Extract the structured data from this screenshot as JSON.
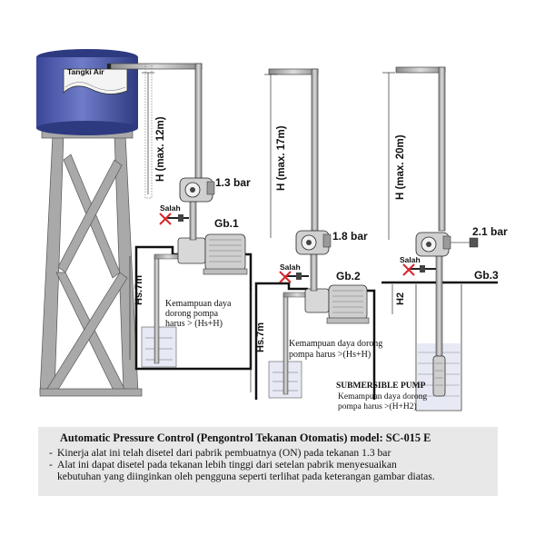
{
  "tank": {
    "label": "Tangki Air"
  },
  "heights": {
    "gb1": "H (max. 12m)",
    "gb2": "H (max. 17m)",
    "gb3": "H (max. 20m)"
  },
  "pressures": {
    "gb1": "1.3 bar",
    "gb2": "1.8 bar",
    "gb3": "2.1 bar"
  },
  "wrong_labels": {
    "gb1": "Salah",
    "gb2": "Salah",
    "gb3": "Salah"
  },
  "figures": {
    "gb1": "Gb.1",
    "gb2": "Gb.2",
    "gb3": "Gb.3"
  },
  "suction": {
    "gb1": "Hs.7m",
    "gb2": "Hs.7m",
    "gb3": "H2"
  },
  "capability": {
    "gb1": [
      "Kemampuan daya",
      "dorong pompa",
      "harus > (Hs+H)"
    ],
    "gb2": [
      "Kemampuan daya dorong",
      "pompa harus >(Hs+H)"
    ],
    "gb3": [
      "SUBMERSIBLE PUMP",
      "Kemampuan daya dorong",
      "pompa harus >(H+H2)"
    ]
  },
  "caption": {
    "title": "Automatic Pressure Control (Pengontrol Tekanan Otomatis) model: SC-015 E",
    "bullet": "-",
    "line1": "Kinerja alat ini telah disetel dari pabrik pembuatnya (ON) pada tekanan 1.3 bar",
    "line2": "Alat ini dapat disetel pada tekanan lebih tinggi dari setelan pabrik menyesuaikan",
    "line3": "kebutuhan yang diinginkan oleh pengguna seperti terlihat pada keterangan gambar diatas."
  },
  "colors": {
    "tank": "#5a68b8",
    "tank_dark": "#2e3a80",
    "structure": "#a9a9a9",
    "water": "#c9cfe6",
    "caption_bg": "#e8e8e8"
  }
}
